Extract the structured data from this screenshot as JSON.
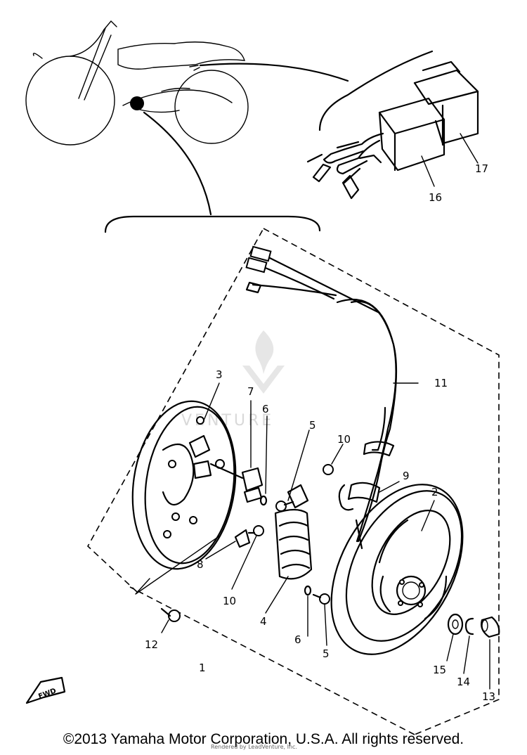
{
  "watermark": "VENTURE",
  "callouts": {
    "p1": "1",
    "p2": "2",
    "p3": "3",
    "p4": "4",
    "p5a": "5",
    "p5b": "5",
    "p6a": "6",
    "p6b": "6",
    "p7": "7",
    "p8": "8",
    "p9": "9",
    "p10a": "10",
    "p10b": "10",
    "p11": "11",
    "p12": "12",
    "p13": "13",
    "p14": "14",
    "p15": "15",
    "p16": "16",
    "p17": "17"
  },
  "fwd_label": "FWD",
  "footer": "©2013 Yamaha Motor Corporation, U.S.A. All rights reserved.",
  "rendered_by": "Rendered by LeadVenture, Inc."
}
